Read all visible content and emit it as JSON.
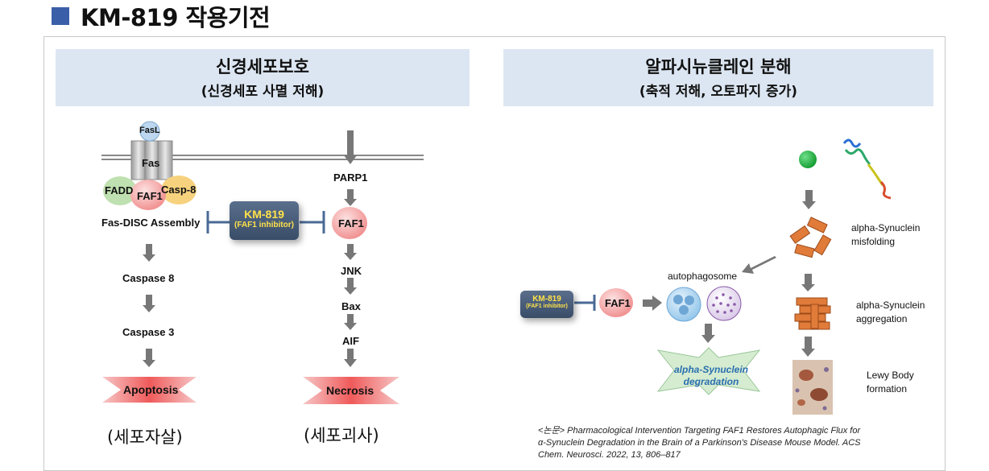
{
  "title": "KM-819 작용기전",
  "left_panel": {
    "header_title": "신경세포보호",
    "header_subtitle": "(신경세포 사멸 저해)",
    "fasl": "FasL",
    "fas": "Fas",
    "fadd": "FADD",
    "faf1": "FAF1",
    "casp8": "Casp-8",
    "disc": "Fas-DISC Assembly",
    "caspase8": "Caspase 8",
    "caspase3": "Caspase 3",
    "apoptosis": "Apoptosis",
    "apoptosis_kr": "(세포자살)",
    "inhibitor_name": "KM-819",
    "inhibitor_sub": "(FAF1 inhibitor)",
    "parp1": "PARP1",
    "faf1_right": "FAF1",
    "jnk": "JNK",
    "bax": "Bax",
    "aif": "AIF",
    "necrosis": "Necrosis",
    "necrosis_kr": "(세포괴사)"
  },
  "right_panel": {
    "header_title": "알파시뉴클레인 분해",
    "header_subtitle": "(축적 저해, 오토파지 증가)",
    "inhibitor_name": "KM-819",
    "inhibitor_sub": "(FAF1 inhibitor)",
    "faf1": "FAF1",
    "autophagosome": "autophagosome",
    "degradation_line1": "alpha-Synuclein",
    "degradation_line2": "degradation",
    "misfolding_line1": "alpha-Synuclein",
    "misfolding_line2": "misfolding",
    "aggregation_line1": "alpha-Synuclein",
    "aggregation_line2": "aggregation",
    "lewy_line1": "Lewy Body",
    "lewy_line2": "formation"
  },
  "citation": {
    "line1": "<논문> Pharmacological Intervention Targeting FAF1 Restores Autophagic Flux for",
    "line2": "α-Synuclein Degradation in the Brain of a Parkinson's Disease Mouse Model. ACS",
    "line3": "Chem. Neurosci. 2022, 13, 806–817"
  },
  "colors": {
    "header_band": "#dce6f2",
    "arrow": "#777777",
    "faf1_pink": "#f4a3a3",
    "inhibitor_box": "#4a5f7c",
    "inhibitor_text": "#ffe24a",
    "orange_protein": "#e07b39",
    "green_ball": "#1ca33a"
  }
}
